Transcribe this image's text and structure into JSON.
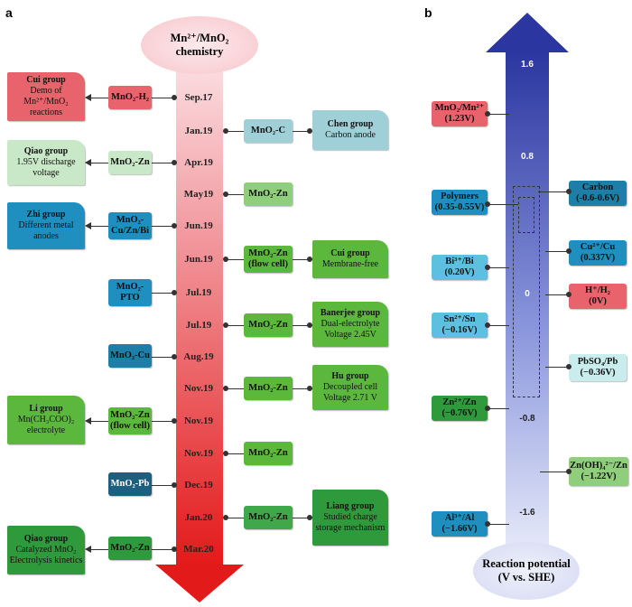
{
  "panel_a": {
    "letter": "a",
    "head_line1": "Mn²⁺/MnO₂",
    "head_line2": "chemistry",
    "dates": [
      "Sep.17",
      "Jan.19",
      "Apr.19",
      "May19",
      "Jun.19",
      "Jun.19",
      "Jul.19",
      "Jul.19",
      "Aug.19",
      "Nov.19",
      "Nov.19",
      "Nov.19",
      "Dec.19",
      "Jan.20",
      "Mar.20"
    ],
    "left_tags": [
      {
        "text": "MnO₂-H₂"
      },
      {
        "text": "MnO₂-Zn"
      },
      {
        "text": "MnO₂-Cu/Zn/Bi"
      },
      {
        "text": "MnO₂-PTO"
      },
      {
        "text": "MnO₂-Cu"
      },
      {
        "text": "MnO₂-Zn (flow cell)"
      },
      {
        "text": "MnO₂-Pb"
      },
      {
        "text": "MnO₂-Zn"
      }
    ],
    "right_tags": [
      {
        "text": "MnO₂-C"
      },
      {
        "text": "MnO₂-Zn"
      },
      {
        "text": "MnO₂-Zn (flow cell)"
      },
      {
        "text": "MnO₂-Zn"
      },
      {
        "text": "MnO₂-Zn"
      },
      {
        "text": "MnO₂-Zn"
      },
      {
        "text": "MnO₂-Zn"
      }
    ],
    "left_cards": [
      {
        "title": "Cui group",
        "body": "Demo of Mn²⁺/MnO₂ reactions"
      },
      {
        "title": "Qiao group",
        "body": "1.95V discharge voltage"
      },
      {
        "title": "Zhi group",
        "body": "Different metal anodes"
      },
      {
        "title": "Li group",
        "body": "Mn(CH₃COO)₂ electrolyte"
      },
      {
        "title": "Qiao group",
        "body": "Catalyzed MnO₂ Electrolysis kinetics"
      }
    ],
    "right_cards": [
      {
        "title": "Chen group",
        "body": "Carbon anode"
      },
      {
        "title": "Cui group",
        "body": "Membrane-free"
      },
      {
        "title": "Banerjee group",
        "body": "Dual-electrolyte Voltage 2.45V"
      },
      {
        "title": "Hu group",
        "body": "Decoupled cell Voltage 2.71 V"
      },
      {
        "title": "Liang group",
        "body": "Studied charge storage mechanism"
      }
    ]
  },
  "panel_b": {
    "letter": "b",
    "ticks": [
      "1.6",
      "0.8",
      "0",
      "-0.8",
      "-1.6"
    ],
    "left_labels": [
      {
        "line1": "MnO₂/Mn²⁺",
        "line2": "(1.23V)"
      },
      {
        "line1": "Polymers",
        "line2": "(0.35-0.55V)"
      },
      {
        "line1": "Bi³⁺/Bi",
        "line2": "(0.20V)"
      },
      {
        "line1": "Sn²⁺/Sn",
        "line2": "(−0.16V)"
      },
      {
        "line1": "Zn²⁺/Zn",
        "line2": "(−0.76V)"
      },
      {
        "line1": "Al³⁺/Al",
        "line2": "(−1.66V)"
      }
    ],
    "right_labels": [
      {
        "line1": "Carbon",
        "line2": "(-0.6-0.6V)"
      },
      {
        "line1": "Cu²⁺/Cu",
        "line2": "(0.337V)"
      },
      {
        "line1": "H⁺/H₂",
        "line2": "(0V)"
      },
      {
        "line1": "PbSO₄/Pb",
        "line2": "(−0.36V)"
      },
      {
        "line1": "Zn(OH)₄²⁻/Zn",
        "line2": "(−1.22V)"
      }
    ],
    "foot_line1": "Reaction potential",
    "foot_line2": "(V vs. SHE)"
  },
  "colors": {
    "red": "#e8636b",
    "teal_light": "#9fd0d8",
    "mint": "#c9e8c8",
    "blue": "#1e8fbf",
    "green": "#5cb83c",
    "green_light": "#8fce7a",
    "green_dark": "#2f9a3c",
    "navy_teal": "#1d6a8a",
    "arrow_red": "#e31d1d",
    "arrow_blue": "#3a4fb0",
    "cyan": "#5ec0e0"
  }
}
